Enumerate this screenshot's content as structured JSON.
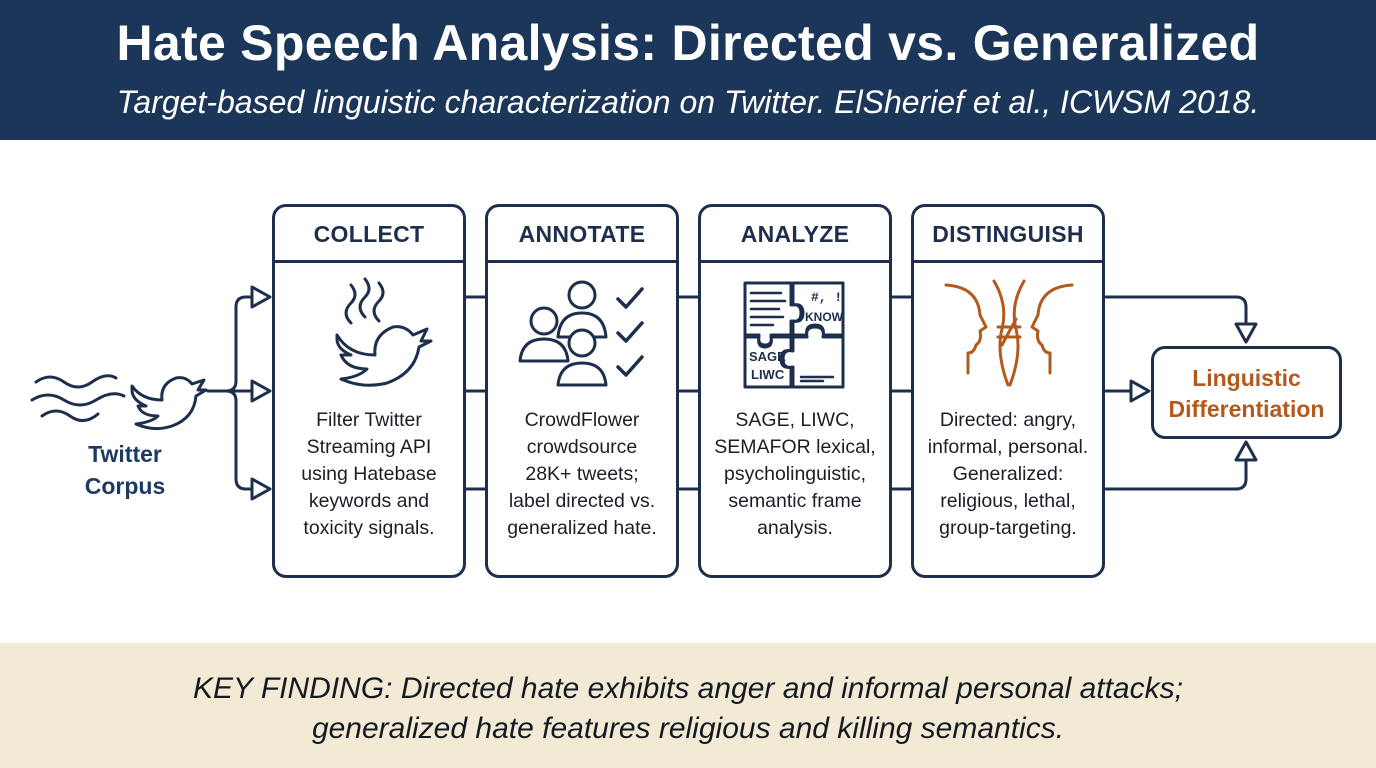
{
  "header": {
    "title": "Hate Speech Analysis: Directed vs. Generalized",
    "subtitle": "Target-based linguistic characterization on Twitter. ElSherief et al., ICWSM 2018."
  },
  "source": {
    "label_line1": "Twitter",
    "label_line2": "Corpus",
    "icon": "twitter-bird-icon"
  },
  "stages": [
    {
      "title": "COLLECT",
      "icon": "steaming-twitter-bird-icon",
      "lines": [
        "Filter Twitter",
        "Streaming API",
        "using Hatebase",
        "keywords and",
        "toxicity signals."
      ]
    },
    {
      "title": "ANNOTATE",
      "icon": "crowd-checklist-icon",
      "lines": [
        "CrowdFlower",
        "crowdsource",
        "28K+ tweets;",
        "label directed vs.",
        "generalized hate."
      ]
    },
    {
      "title": "ANALYZE",
      "icon": "puzzle-pieces-icon",
      "puzzle_labels": [
        "#, !",
        "KNOW",
        "SAGE",
        "LIWC"
      ],
      "lines": [
        "SAGE, LIWC,",
        "SEMAFOR lexical,",
        "psycholinguistic,",
        "semantic frame",
        "analysis."
      ]
    },
    {
      "title": "DISTINGUISH",
      "icon": "faces-not-equal-icon",
      "lines": [
        "Directed: angry,",
        "informal, personal.",
        "Generalized:",
        "religious, lethal,",
        "group-targeting."
      ]
    }
  ],
  "outcome": {
    "line1": "Linguistic",
    "line2": "Differentiation",
    "color": "#b25a1e"
  },
  "footer": {
    "line1": "KEY FINDING: Directed hate exhibits anger and informal personal attacks;",
    "line2": "generalized hate features religious and killing semantics."
  },
  "colors": {
    "header_bg": "#1b3658",
    "navy": "#1d2f4c",
    "accent": "#b25a1e",
    "footer_bg": "#f3ead6"
  }
}
